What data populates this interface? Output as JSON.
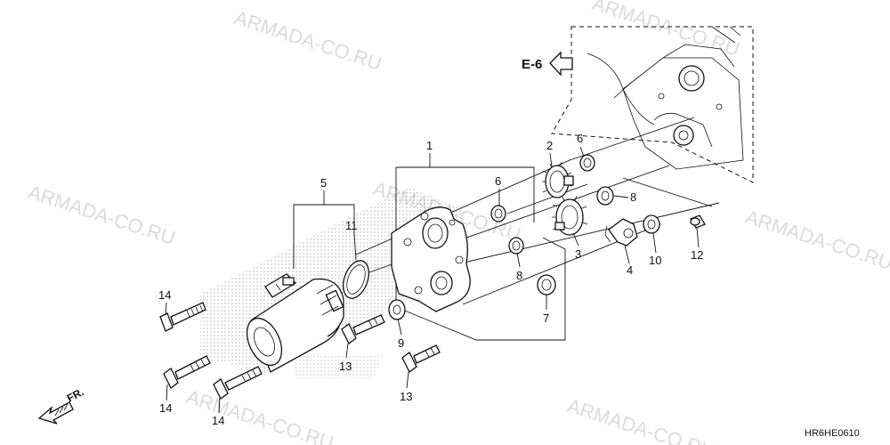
{
  "callouts": [
    "1",
    "2",
    "3",
    "4",
    "5",
    "6",
    "6",
    "7",
    "8",
    "8",
    "9",
    "10",
    "11",
    "12",
    "13",
    "13",
    "14",
    "14",
    "14"
  ],
  "reference": {
    "label": "E-6",
    "icon": "hollow-arrow-left-icon"
  },
  "front_marker": {
    "label": "FR.",
    "icon": "hatched-arrow-icon"
  },
  "diagram_code": "HR6HE0610",
  "watermarks": [
    "ARMADA-CO.RU",
    "ARMADA-CO.RU",
    "ARMADA-CO.RU",
    "ARMADA-CO.RU",
    "ARMADA-CO.RU",
    "ARMADA-CO.RU",
    "ARMADA-CO.RU"
  ],
  "colors": {
    "line": "#111111",
    "watermark": "#cfcfcf",
    "stipple": "#9a9a9a",
    "background": "#ffffff"
  }
}
